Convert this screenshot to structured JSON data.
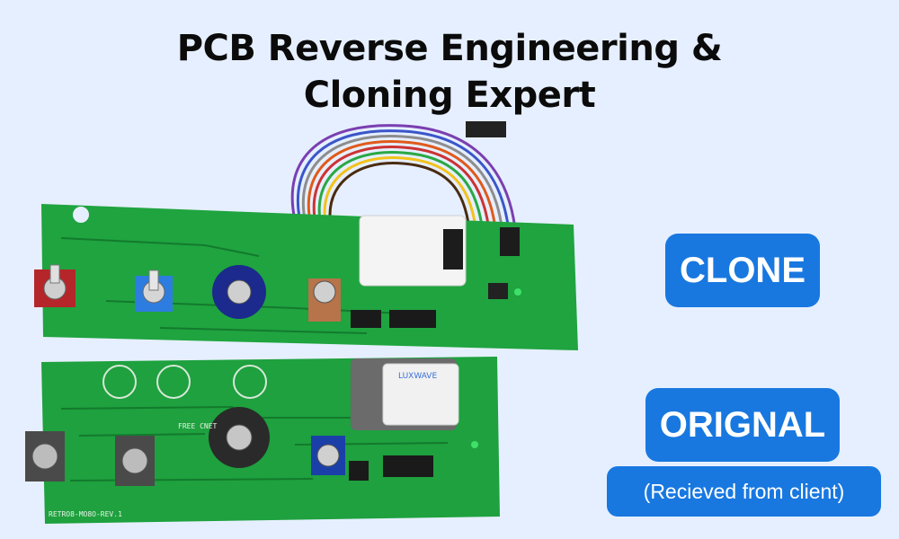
{
  "title": {
    "line1": "PCB Reverse Engineering &",
    "line2": "Cloning Expert"
  },
  "labels": {
    "clone": "CLONE",
    "original": "ORIGNAL",
    "original_note": "(Recieved from client)"
  },
  "pcb": {
    "top_board_silkscreen": "",
    "bottom_board_silkscreen": "RETRO8-MO8O-REV.1",
    "bottom_board_label": "FREE CNET",
    "module_brand": "LUXWAVE"
  },
  "colors": {
    "background": "#e6efff",
    "badge": "#1878e0",
    "board_green": "#1fa43f",
    "board_dark_green": "#137a2d"
  }
}
